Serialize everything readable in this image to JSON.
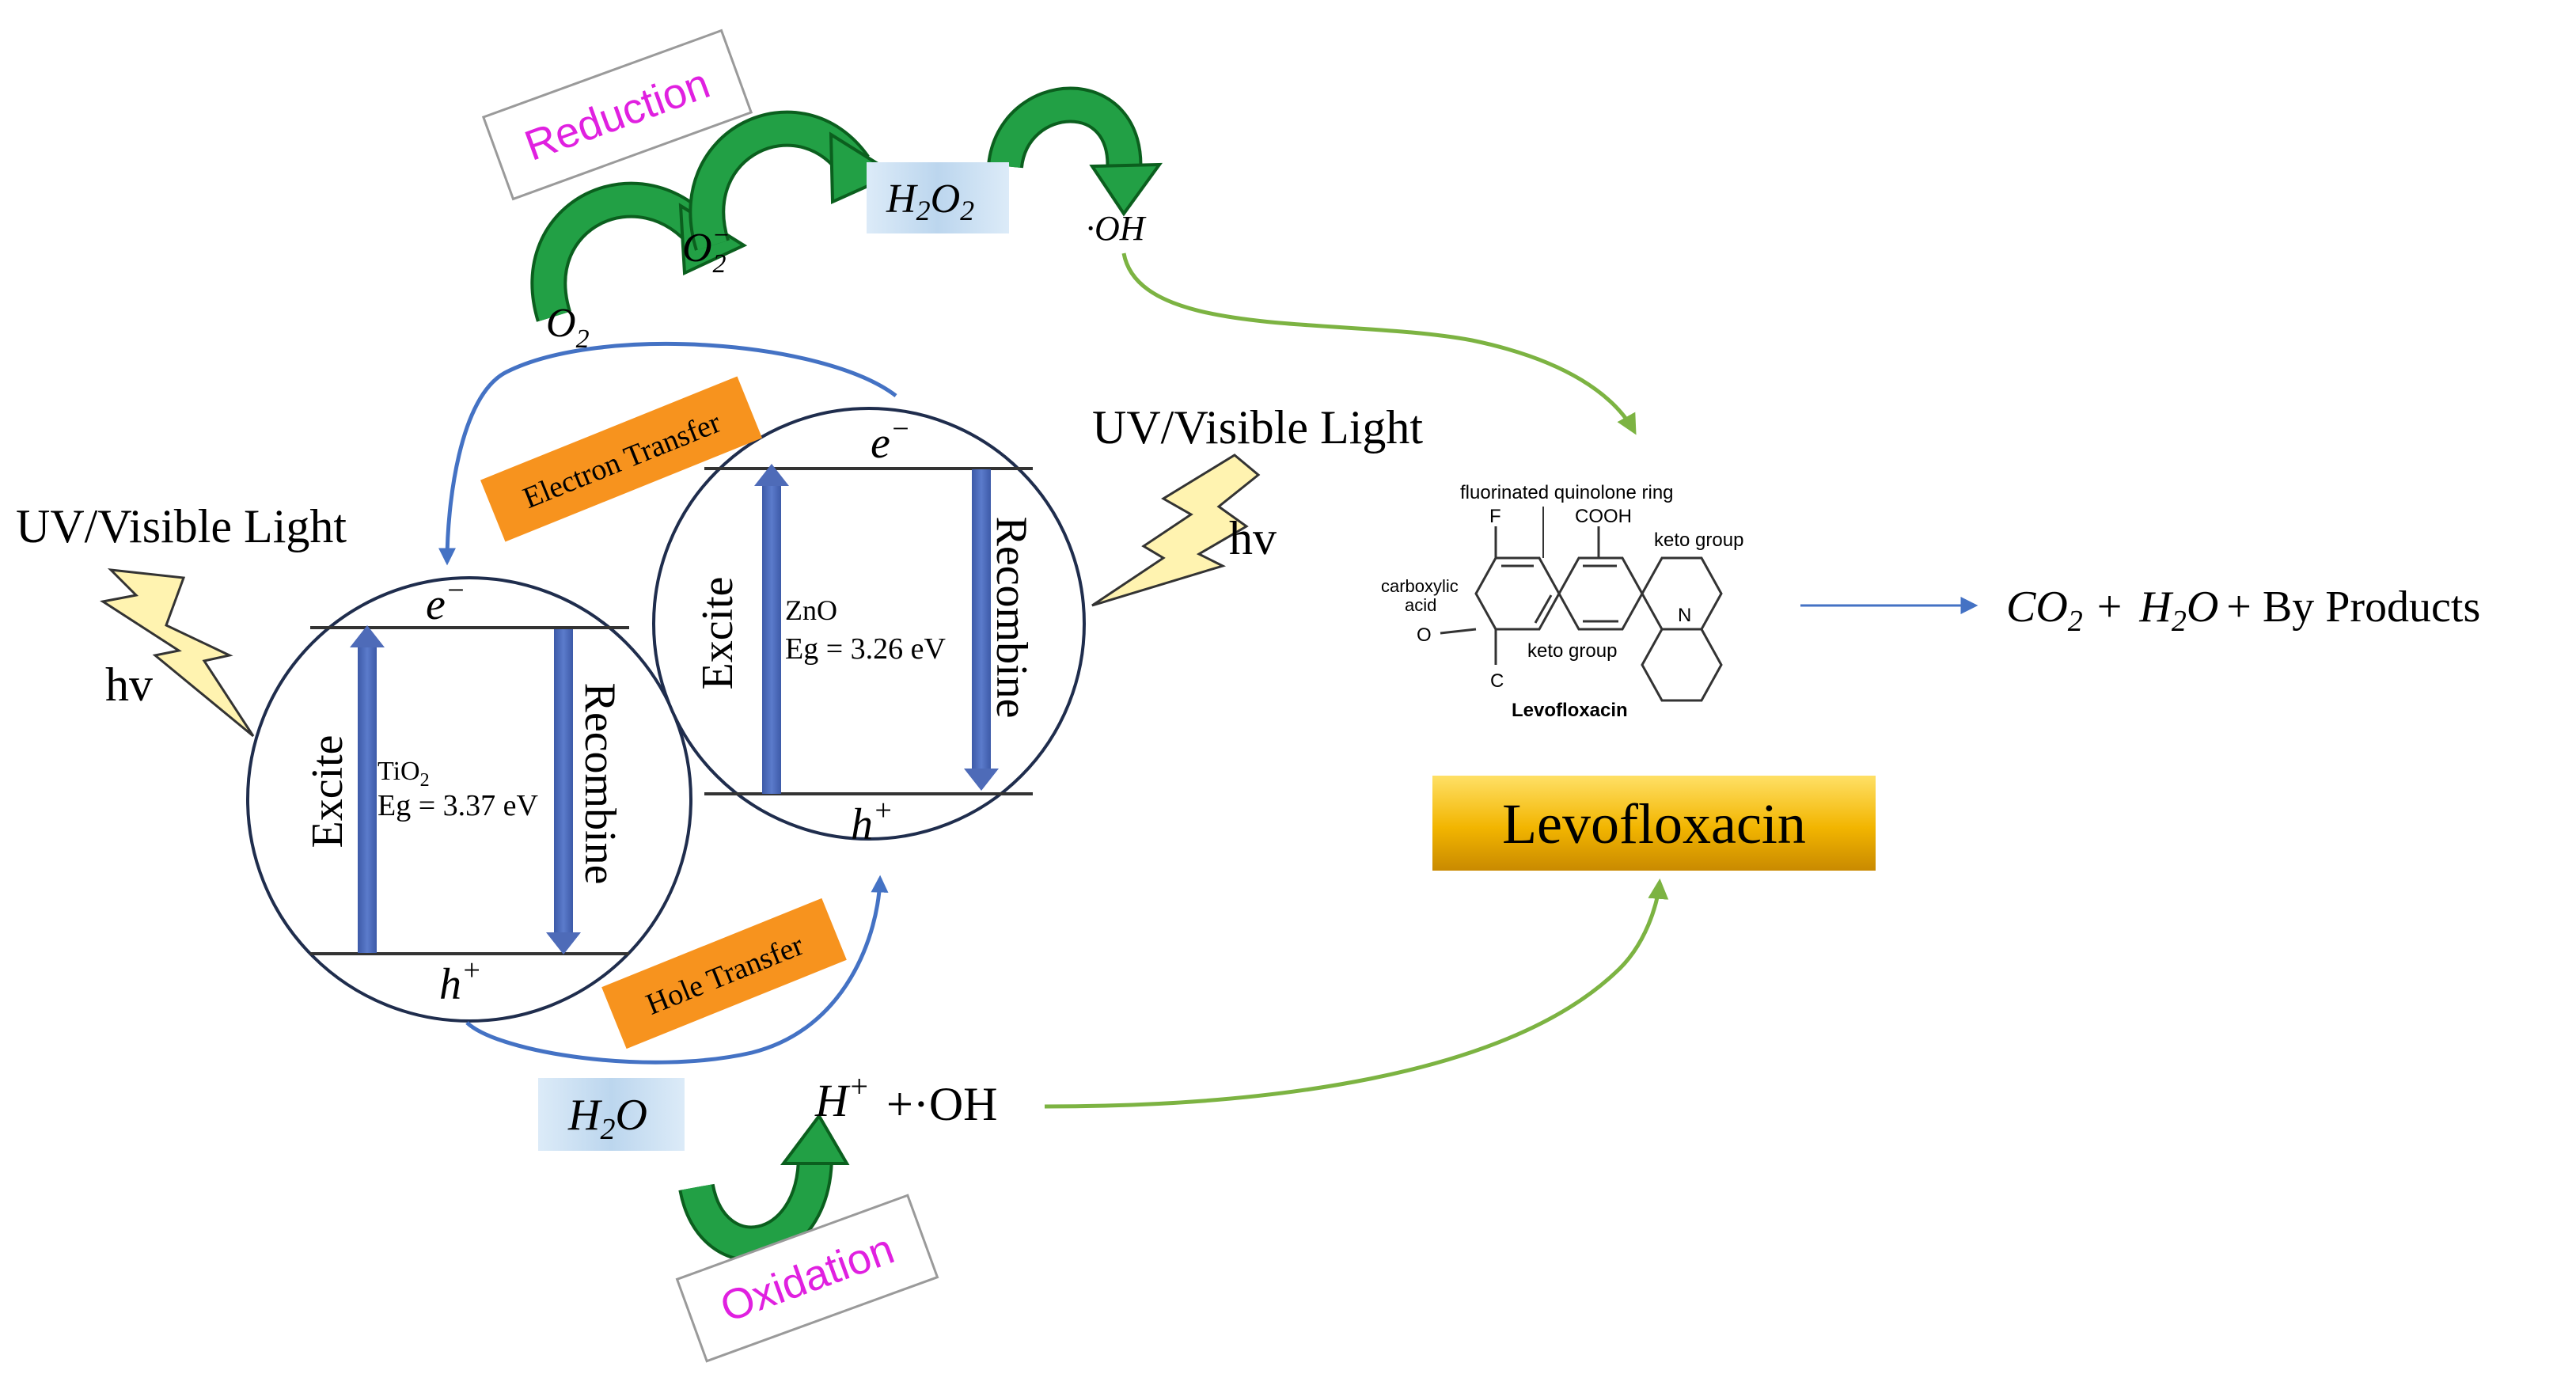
{
  "colors": {
    "blue_arrow": "#4472C4",
    "bar_blue": "#4E6BB8",
    "green_curve": "#7CB342",
    "green_arrow": "#1E8C3A",
    "orange_label": "#F7931E",
    "magenta_text": "#E020E0",
    "gold_box_top": "#FFD84A",
    "gold_box_bottom": "#D99A00",
    "light_blue_box": "#CFE3F5",
    "bolt_fill": "#FFF3B0"
  },
  "reduction_label": "Reduction",
  "oxidation_label": "Oxidation",
  "species": {
    "o2": {
      "base": "O",
      "sub": "2"
    },
    "o2_radical": {
      "base": "O",
      "sub": "2",
      "sup": "−"
    },
    "h2o2": {
      "a": "H",
      "b": "2",
      "c": "O",
      "d": "2"
    },
    "oh_radical": "·OH",
    "h2o": {
      "a": "H",
      "b": "2",
      "c": "O"
    },
    "h_plus": {
      "base": "H",
      "sup": "+"
    },
    "plus_oh": "+·OH"
  },
  "tio2": {
    "e": "e",
    "e_sup": "−",
    "h": "h",
    "h_sup": "+",
    "excite": "Excite",
    "recombine": "Recombine",
    "name_base": "TiO",
    "name_sub": "2",
    "eg": "Eg = 3.37 eV"
  },
  "zno": {
    "e": "e",
    "e_sup": "−",
    "h": "h",
    "h_sup": "+",
    "excite": "Excite",
    "recombine": "Recombine",
    "name": "ZnO",
    "eg": "Eg = 3.26 eV"
  },
  "electron_transfer": "Electron Transfer",
  "hole_transfer": "Hole Transfer",
  "light_left": {
    "label": "UV/Visible Light",
    "hv": "hv"
  },
  "light_right": {
    "label": "UV/Visible Light",
    "hv": "hv"
  },
  "structure": {
    "ring_label": "fluorinated quinolone ring",
    "f": "F",
    "cooh": "COOH",
    "keto_top": "keto group",
    "carboxylic": "carboxylic",
    "acid": "acid",
    "o": "O",
    "n": "N",
    "c": "C",
    "keto_bottom": "keto group",
    "name": "Levofloxacin"
  },
  "levofloxacin_box": "Levofloxacin",
  "products": {
    "co": "CO",
    "co_sub": "2",
    "plus1": "+",
    "h": "H",
    "h_sub": "2",
    "o": "O",
    "rest": "+ By Products"
  }
}
